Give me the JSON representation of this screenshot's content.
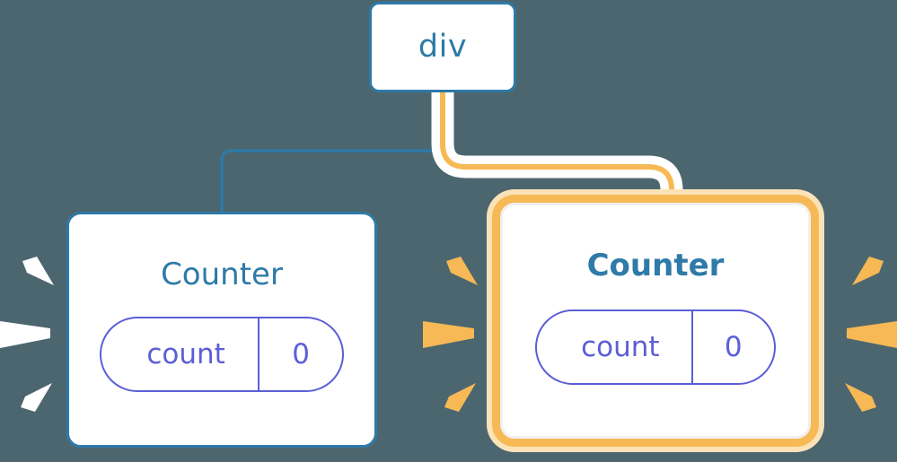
{
  "diagram": {
    "title": "component-tree-reactivity",
    "background_color": "#4c6670",
    "nodes": {
      "root": {
        "label": "div",
        "border_color": "#2e7aa8",
        "highlighted": "false"
      },
      "left_child": {
        "title": "Counter",
        "state": {
          "key": "count",
          "value": "0"
        },
        "border_color": "#2e7aa8",
        "highlighted": "false",
        "ray_color": "#ffffff"
      },
      "right_child": {
        "title": "Counter",
        "state": {
          "key": "count",
          "value": "0"
        },
        "border_color": "#f7b955",
        "glow_color": "#fbe3b7",
        "highlighted": "true",
        "ray_color": "#f7b955"
      }
    },
    "edges": [
      {
        "name": "root-to-left-child",
        "color": "#2e7aa8",
        "style": "thin"
      },
      {
        "name": "root-to-right-child",
        "color": "#f7b955",
        "style": "thick-halo",
        "halo_color": "#ffffff"
      }
    ],
    "ray_groups": [
      {
        "name": "left-outer-rays",
        "color": "#ffffff",
        "count": 3
      },
      {
        "name": "middle-rays",
        "color": "#f7b955",
        "count": 3
      },
      {
        "name": "right-outer-rays",
        "color": "#f7b955",
        "count": 3
      }
    ]
  }
}
